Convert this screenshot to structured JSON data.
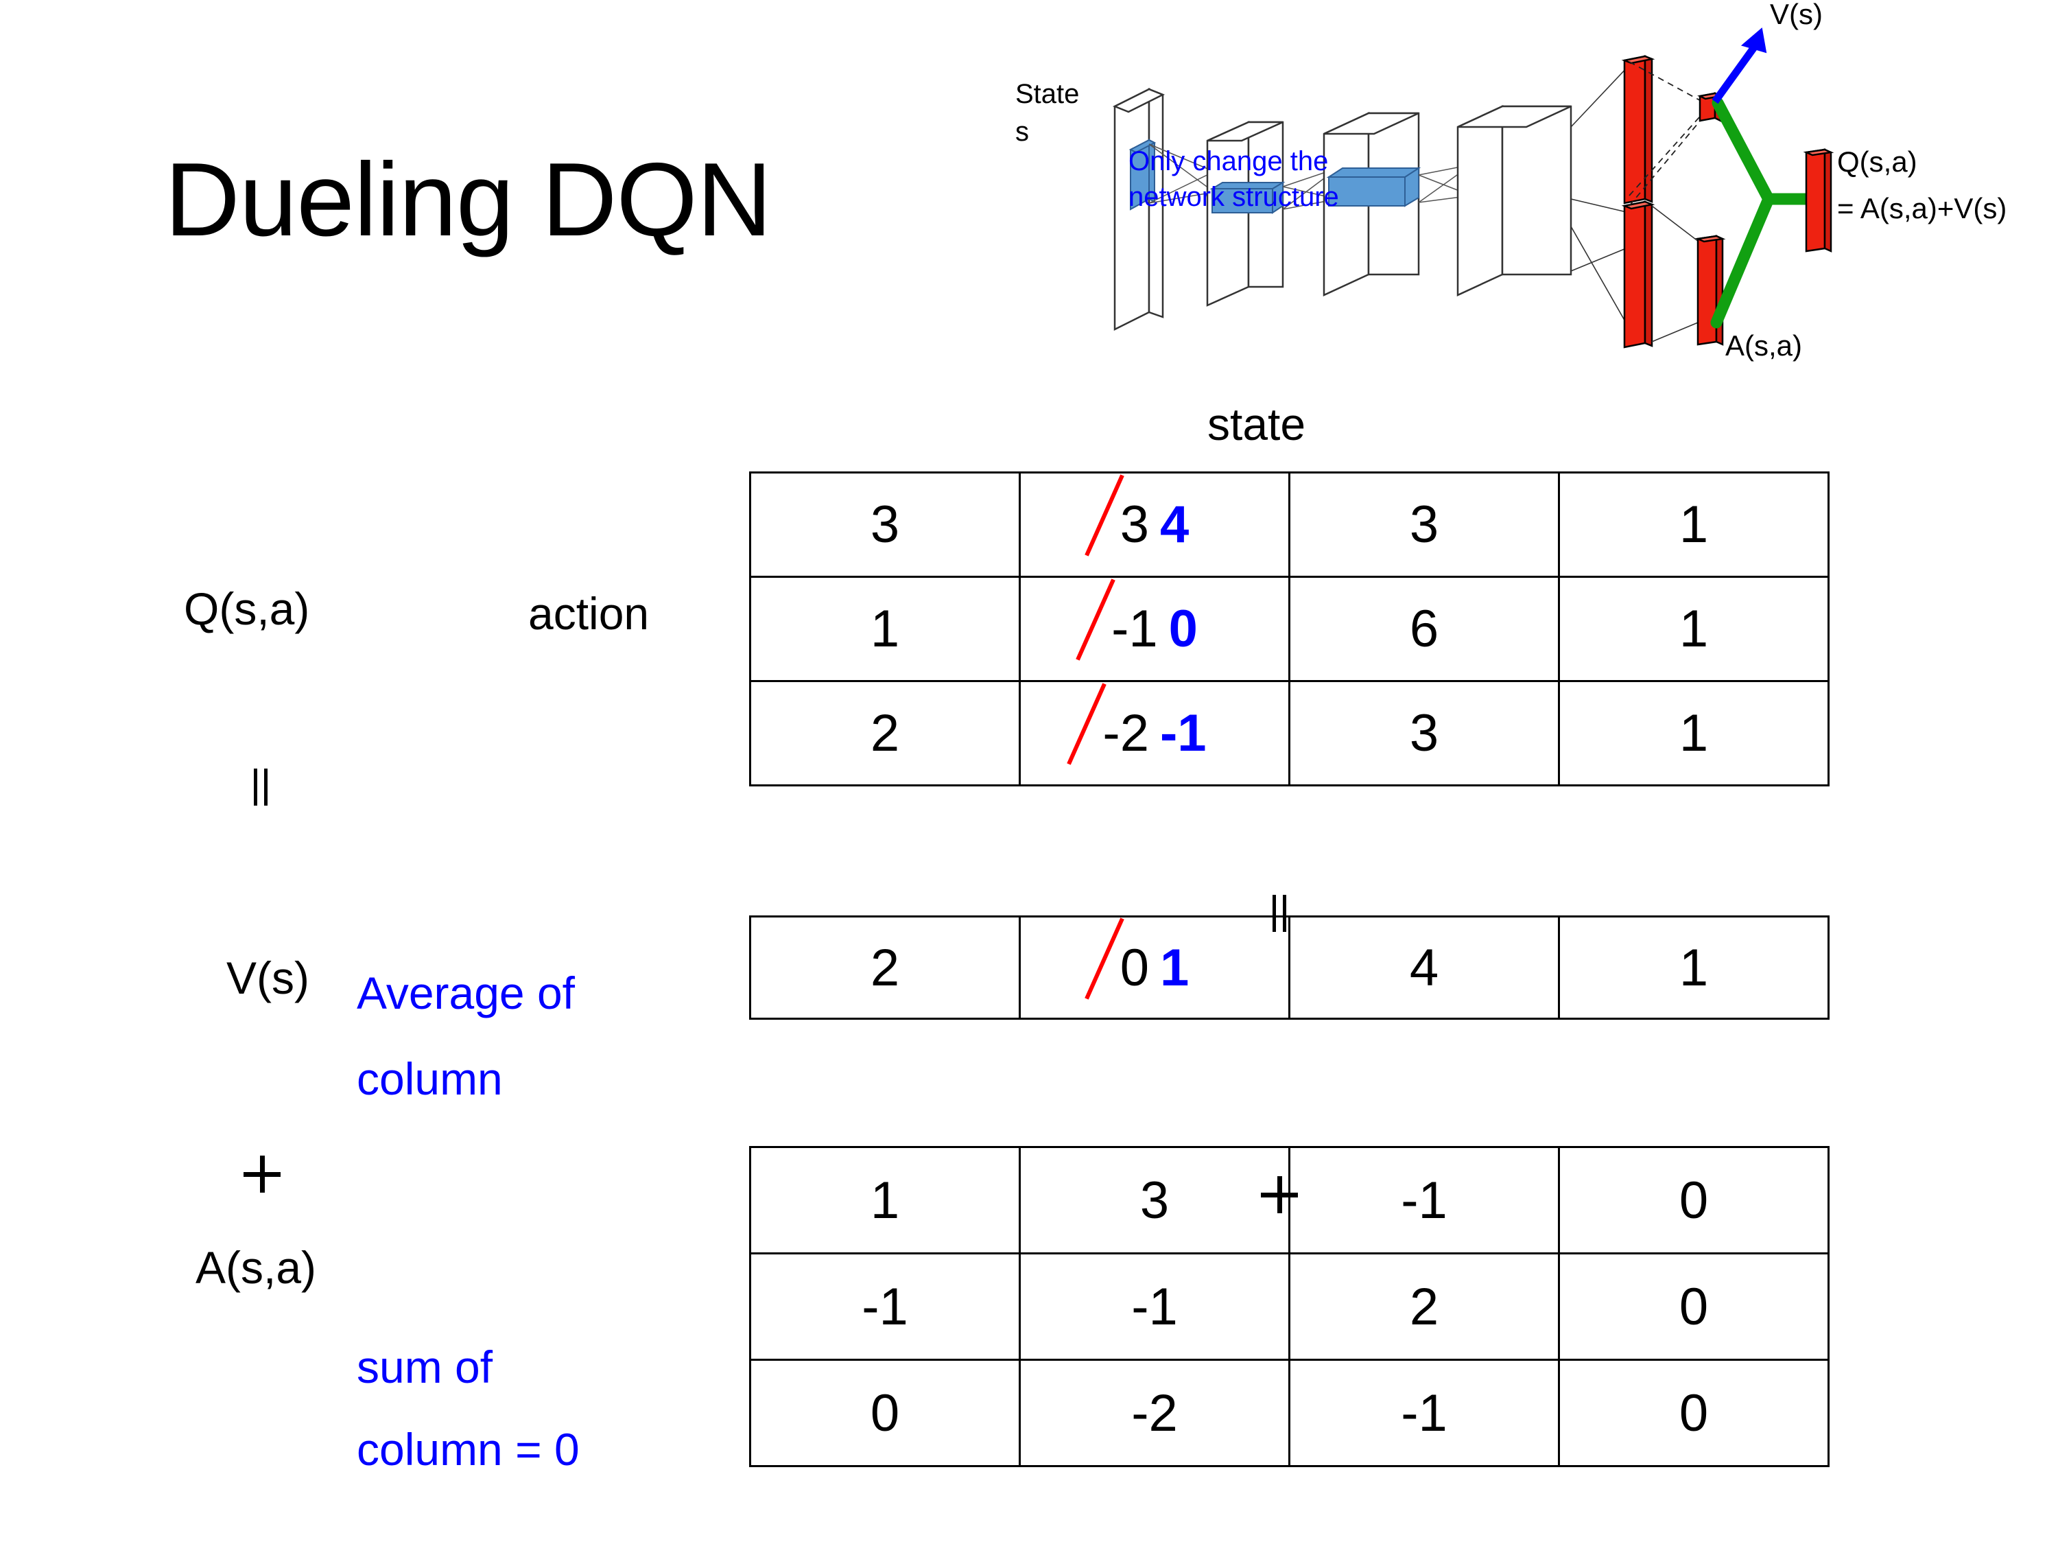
{
  "title": "Dueling DQN",
  "diagram": {
    "state_label": "State",
    "state_sub": "s",
    "note_line1": "Only change the",
    "note_line2": "network structure",
    "v_label": "V(s)",
    "a_label": "A(s,a)",
    "q_label_line1": "Q(s,a)",
    "q_label_line2": "= A(s,a)+V(s)",
    "colors": {
      "note": "#0000ff",
      "arrow": "#0000ff",
      "bar": "#ee2211",
      "join": "#11a011",
      "filter": "#5b9bd5"
    }
  },
  "labels": {
    "state": "state",
    "action": "action",
    "q": "Q(s,a)",
    "v": "V(s)",
    "a": "A(s,a)",
    "eq1": "=",
    "eq2": "=",
    "plus1": "+",
    "plus2": "+",
    "note_avg_l1": "Average of",
    "note_avg_l2": "column",
    "note_sum_l1": "sum of",
    "note_sum_l2": "column = 0"
  },
  "chart_data": {
    "type": "table",
    "title": "Dueling DQN decomposition: Q(s,a) = V(s) + A(s,a)",
    "xlabel": "state",
    "ylabel": "action",
    "tables": [
      {
        "name": "Q(s,a)",
        "rows": 3,
        "cols": 4,
        "values": [
          [
            "3",
            "3",
            "3",
            "1"
          ],
          [
            "1",
            "-1",
            "6",
            "1"
          ],
          [
            "2",
            "-2",
            "3",
            "1"
          ]
        ],
        "edits": [
          {
            "row": 0,
            "col": 1,
            "old": "3",
            "new": "4"
          },
          {
            "row": 1,
            "col": 1,
            "old": "-1",
            "new": "0"
          },
          {
            "row": 2,
            "col": 1,
            "old": "-2",
            "new": "-1"
          }
        ]
      },
      {
        "name": "V(s)",
        "rows": 1,
        "cols": 4,
        "values": [
          [
            "2",
            "0",
            "4",
            "1"
          ]
        ],
        "edits": [
          {
            "row": 0,
            "col": 1,
            "old": "0",
            "new": "1"
          }
        ]
      },
      {
        "name": "A(s,a)",
        "rows": 3,
        "cols": 4,
        "values": [
          [
            "1",
            "3",
            "-1",
            "0"
          ],
          [
            "-1",
            "-1",
            "2",
            "0"
          ],
          [
            "0",
            "-2",
            "-1",
            "0"
          ]
        ],
        "edits": []
      }
    ],
    "annotations": [
      "Average of column",
      "sum of column = 0",
      "Only change the network structure"
    ]
  },
  "colors": {
    "edit_strike": "#ff0000",
    "edit_new": "#0000ff",
    "note": "#0000ff",
    "text": "#000000"
  }
}
